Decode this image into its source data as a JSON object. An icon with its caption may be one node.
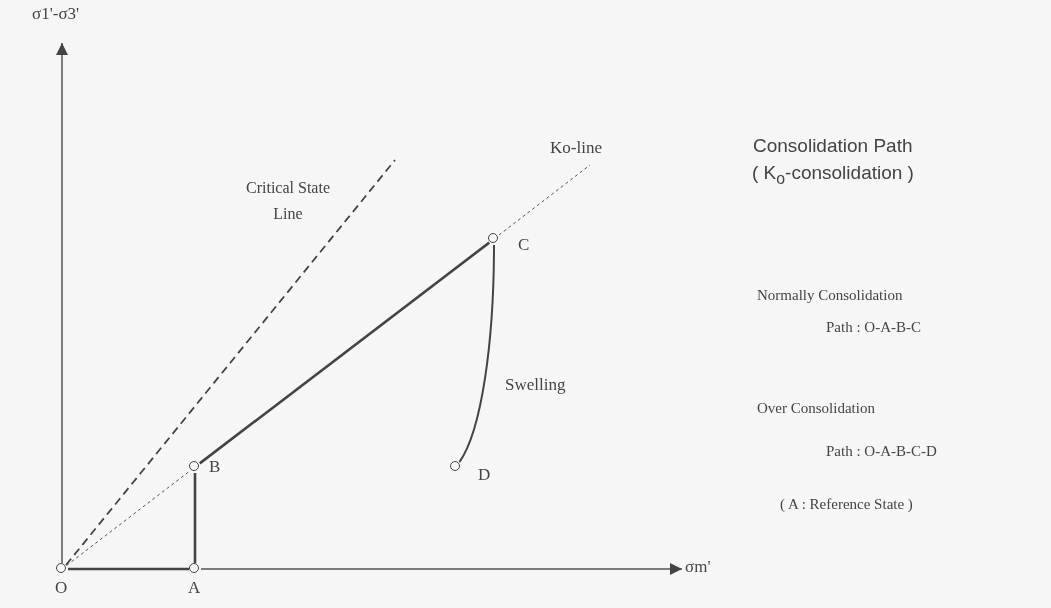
{
  "diagram": {
    "nodes": [
      {
        "text": [],
        "shape": "circle",
        "beside": [
          "O"
        ]
      },
      {
        "text": [],
        "shape": "circle",
        "beside": [
          "A"
        ]
      },
      {
        "text": [],
        "shape": "circle",
        "beside": [
          "B"
        ]
      },
      {
        "text": [],
        "shape": "circle",
        "beside": [
          "C"
        ]
      },
      {
        "text": [],
        "shape": "circle",
        "beside": [
          "D"
        ]
      }
    ],
    "edges": [
      {
        "from": 0,
        "to": 1,
        "arrow": "none"
      },
      {
        "from": 1,
        "to": 2,
        "arrow": "none"
      },
      {
        "from": 2,
        "to": 3,
        "arrow": "none"
      },
      {
        "from": 3,
        "to": 4,
        "arrow": "none",
        "label": "Swelling"
      },
      {
        "from": 0,
        "to": 2,
        "arrow": "none",
        "style": "dashed"
      }
    ],
    "labels": [
      "σ1'-σ3'",
      "Ko-line",
      "Critical State Line",
      "Consolidation Path",
      "( K$_{o}$-consolidation )",
      "Normally Consolidation",
      "Path : O-A-B-C",
      "Over Consolidation",
      "Path : O-A-B-C-D",
      "( A : Reference State )",
      "σm'"
    ]
  }
}
